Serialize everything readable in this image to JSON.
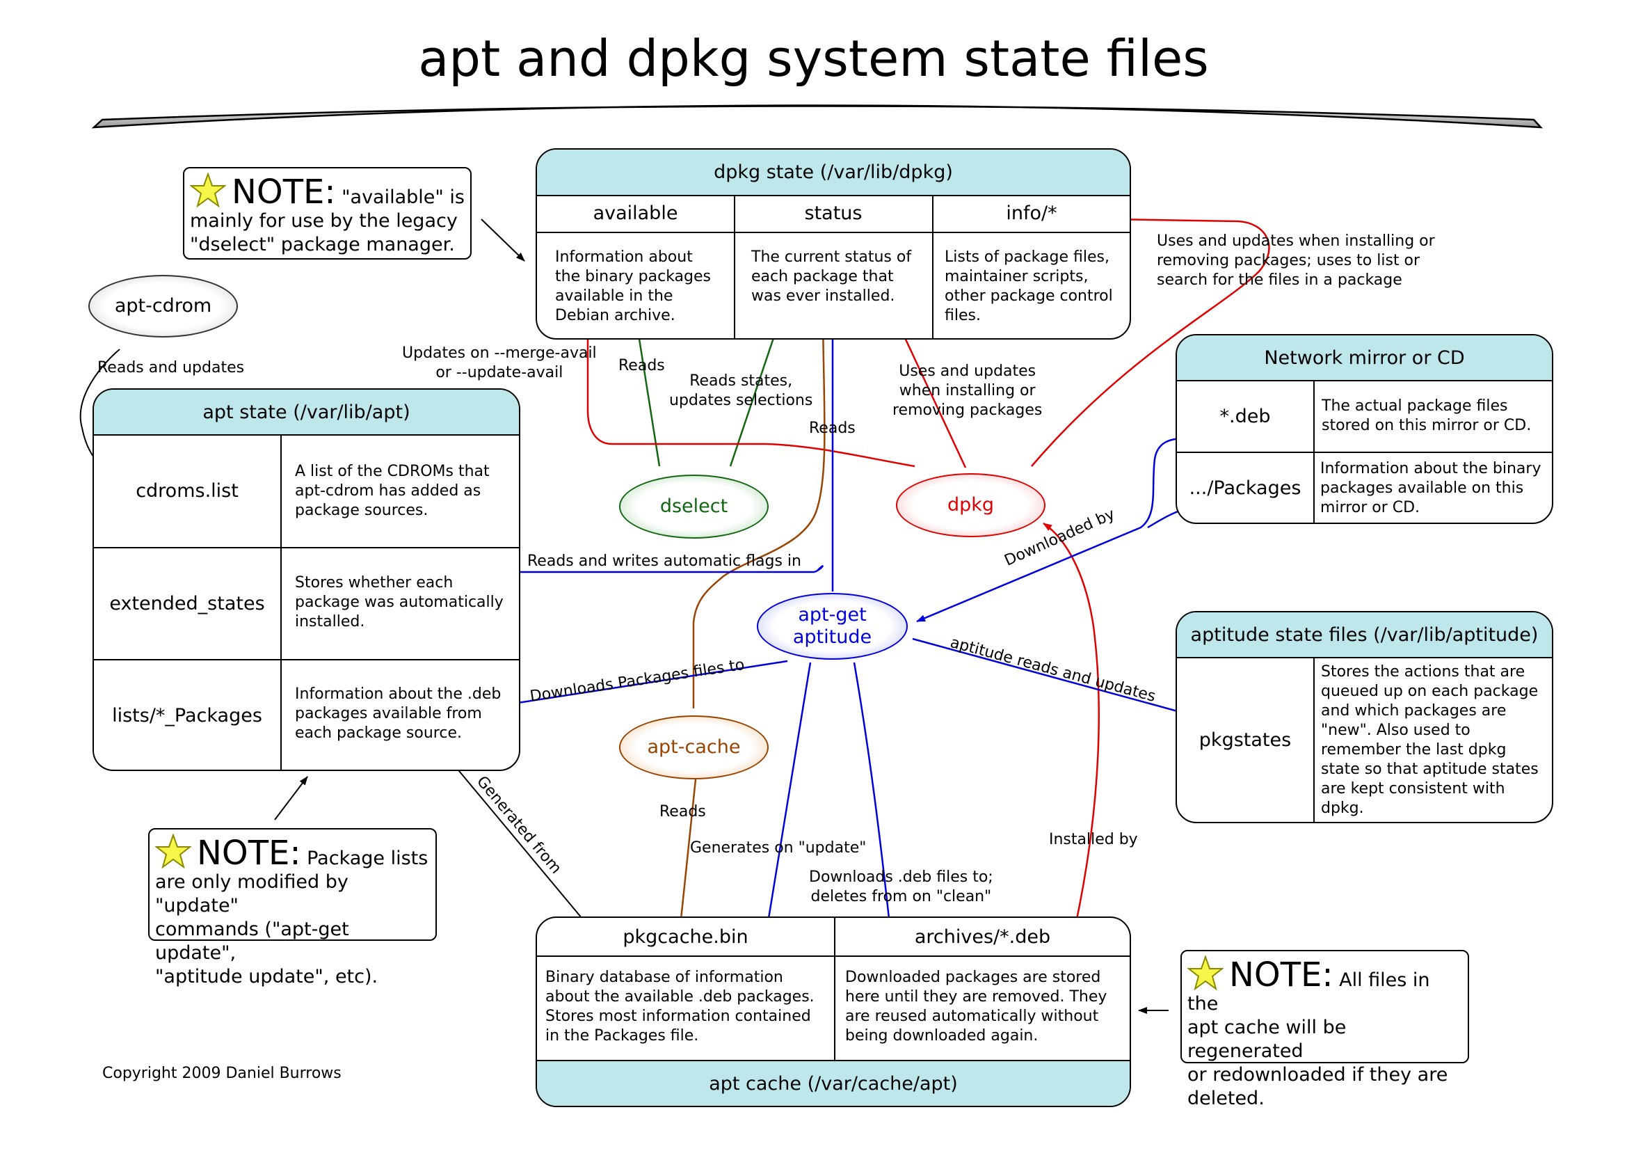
{
  "title": "apt and dpkg system state files",
  "colors": {
    "header_fill": "#bde7ea",
    "dpkg": "#e00000",
    "apt": "#0000dd",
    "dselect": "#116611",
    "aptcache": "#994400"
  },
  "dpkg_state": {
    "header": "dpkg state (/var/lib/dpkg)",
    "columns": [
      {
        "name": "available",
        "desc": [
          "Information about",
          "the binary packages",
          "available in the",
          "Debian archive."
        ]
      },
      {
        "name": "status",
        "desc": [
          "The current status of",
          "each package that",
          "was ever installed."
        ]
      },
      {
        "name": "info/*",
        "desc": [
          "Lists of package files,",
          "maintainer scripts,",
          "other package control",
          "files."
        ]
      }
    ]
  },
  "apt_state": {
    "header": "apt state (/var/lib/apt)",
    "rows": [
      {
        "name": "cdroms.list",
        "desc": [
          "A list of the CDROMs that",
          "apt-cdrom has added as",
          "package sources."
        ]
      },
      {
        "name": "extended_states",
        "desc": [
          "Stores whether each",
          "package was automatically",
          "installed."
        ]
      },
      {
        "name": "lists/*_Packages",
        "desc": [
          "Information about the .deb",
          "packages available from",
          "each package source."
        ]
      }
    ]
  },
  "network_mirror": {
    "header": "Network mirror or CD",
    "rows": [
      {
        "name": "*.deb",
        "desc": [
          "The actual package files",
          "stored on this mirror or CD."
        ]
      },
      {
        "name": ".../Packages",
        "desc": [
          "Information about the binary",
          "packages available on this",
          "mirror or CD."
        ]
      }
    ]
  },
  "aptitude_state": {
    "header": "aptitude state files (/var/lib/aptitude)",
    "rows": [
      {
        "name": "pkgstates",
        "desc": [
          "Stores the actions that are",
          "queued up on each package",
          "and which packages are",
          "\"new\".  Also used to",
          "remember the last dpkg",
          "state so that aptitude states",
          "are kept consistent with",
          "dpkg."
        ]
      }
    ]
  },
  "apt_cache": {
    "footer": "apt cache (/var/cache/apt)",
    "columns": [
      {
        "name": "pkgcache.bin",
        "desc": [
          "Binary database of information",
          "about the available .deb packages.",
          "Stores most information contained",
          "in the Packages file."
        ]
      },
      {
        "name": "archives/*.deb",
        "desc": [
          "Downloaded packages are stored",
          "here until they are removed.  They",
          "are reused automatically without",
          "being downloaded again."
        ]
      }
    ]
  },
  "programs": {
    "apt_cdrom": "apt-cdrom",
    "dselect": "dselect",
    "dpkg": "dpkg",
    "apt_get": [
      "apt-get",
      "aptitude"
    ],
    "apt_cache": "apt-cache"
  },
  "edge_labels": {
    "cdrom_reads_updates": "Reads and updates",
    "merge_avail": [
      "Updates on --merge-avail",
      "or --update-avail"
    ],
    "dselect_reads": "Reads",
    "dselect_states": [
      "Reads states,",
      "updates selections"
    ],
    "apt_reads_status": "Reads",
    "dpkg_uses_updates": [
      "Uses and updates",
      "when installing or",
      "removing packages"
    ],
    "info_uses": [
      "Uses and updates when installing or",
      "removing packages; uses to list or",
      "search for the files in a package"
    ],
    "auto_flags": "Reads and writes automatic flags in",
    "downloaded_by": "Downloaded by",
    "aptitude_rw": "aptitude reads and updates",
    "downloads_packages": "Downloads Packages files to",
    "generated_from": "Generated from",
    "cache_reads": "Reads",
    "generates_update": "Generates on \"update\"",
    "downloads_deb": [
      "Downloads .deb files to;",
      "deletes from on \"clean\""
    ],
    "installed_by": "Installed by"
  },
  "notes": {
    "available": {
      "head": "NOTE:",
      "lines": [
        "\"available\" is",
        "mainly for use by the legacy",
        "\"dselect\" package manager."
      ]
    },
    "package_lists": {
      "head": "NOTE:",
      "lines": [
        "Package lists",
        "are only modified by \"update\"",
        "commands (\"apt-get update\",",
        "\"aptitude update\", etc)."
      ]
    },
    "apt_cache": {
      "head": "NOTE:",
      "lines": [
        "All files in the",
        "apt cache will be regenerated",
        "or redownloaded if they are",
        "deleted."
      ]
    }
  },
  "copyright": "Copyright 2009 Daniel Burrows"
}
